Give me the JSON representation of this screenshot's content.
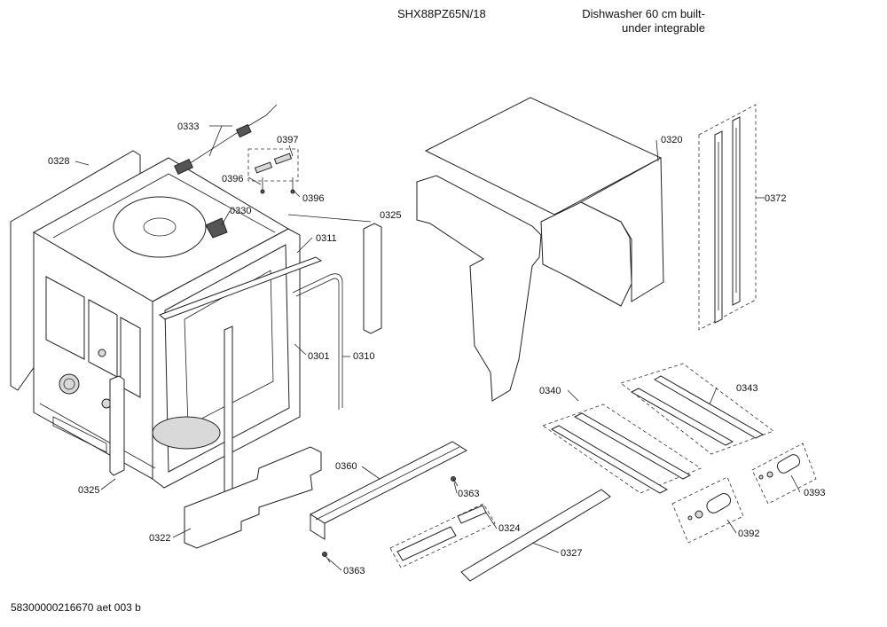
{
  "header": {
    "model": "SHX88PZ65N/18",
    "description_line1": "Dishwasher 60 cm built-",
    "description_line2": "under integrable"
  },
  "footer": {
    "drawing_id": "58300000216670 aet 003 b"
  },
  "callouts": {
    "c0333": "0333",
    "c0397": "0397",
    "c0328": "0328",
    "c0396a": "0396",
    "c0396b": "0396",
    "c0330": "0330",
    "c0311": "0311",
    "c0325a": "0325",
    "c0320": "0320",
    "c0372": "0372",
    "c0301": "0301",
    "c0310": "0310",
    "c0340": "0340",
    "c0343": "0343",
    "c0325b": "0325",
    "c0360": "0360",
    "c0363a": "0363",
    "c0393": "0393",
    "c0322": "0322",
    "c0324": "0324",
    "c0392": "0392",
    "c0327": "0327",
    "c0363b": "0363"
  }
}
